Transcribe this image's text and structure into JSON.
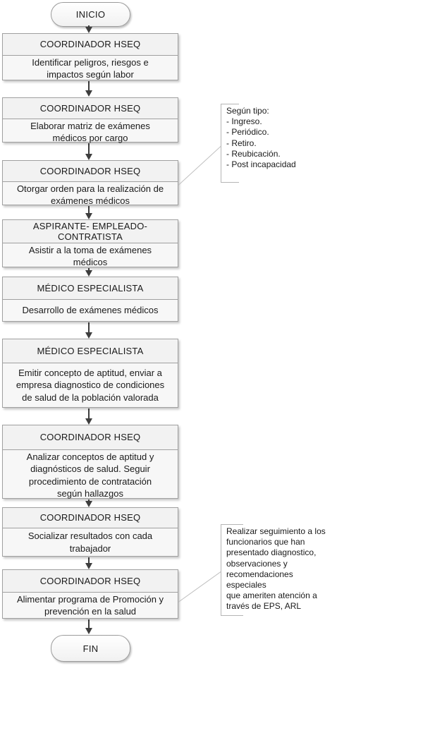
{
  "flow": {
    "start_label": "INICIO",
    "end_label": "FIN"
  },
  "steps": [
    {
      "header": "COORDINADOR HSEQ",
      "body": "Identificar peligros, riesgos e\nimpactos  según labor"
    },
    {
      "header": "COORDINADOR HSEQ",
      "body": "Elaborar matriz de exámenes\nmédicos  por cargo"
    },
    {
      "header": "COORDINADOR HSEQ",
      "body": "Otorgar orden para la realización de\nexámenes médicos"
    },
    {
      "header": "ASPIRANTE- EMPLEADO-\nCONTRATISTA",
      "body": "Asistir a la toma de exámenes\nmédicos"
    },
    {
      "header": "MÉDICO ESPECIALISTA",
      "body": "Desarrollo de exámenes médicos"
    },
    {
      "header": "MÉDICO ESPECIALISTA",
      "body": "Emitir concepto de aptitud, enviar a\nempresa diagnostico de condiciones\nde salud de la población valorada"
    },
    {
      "header": "COORDINADOR HSEQ",
      "body": "Analizar conceptos de aptitud y\ndiagnósticos  de salud. Seguir\nprocedimiento de contratación\nsegún hallazgos"
    },
    {
      "header": "COORDINADOR HSEQ",
      "body": "Socializar resultados  con cada\ntrabajador"
    },
    {
      "header": "COORDINADOR HSEQ",
      "body": "Alimentar programa de Promoción y\nprevención en la salud"
    }
  ],
  "callouts": [
    {
      "text": "Según tipo:\n- Ingreso.\n- Periódico.\n- Retiro.\n- Reubicación.\n- Post incapacidad"
    },
    {
      "text": "Realizar seguimiento a los\nfuncionarios que han\npresentado diagnostico,\nobservaciones y\nrecomendaciones especiales\nque ameriten atención a\ntravés de EPS, ARL"
    }
  ],
  "colors": {
    "box_header_fill": "#f2f2f2",
    "box_body_fill": "#f7f7f7",
    "box_border": "#a0a0a0",
    "arrow": "#3e3e3e",
    "callout_line": "#b5b5b5",
    "text": "#1a1a1a"
  }
}
